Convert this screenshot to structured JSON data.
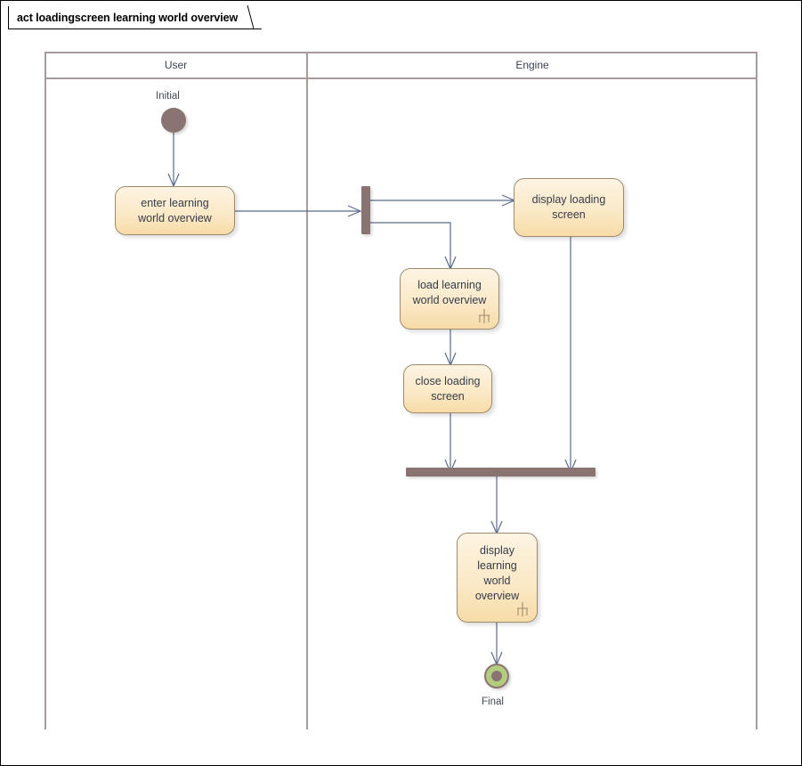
{
  "diagram": {
    "title": "act loadingscreen learning world overview",
    "type": "UML Activity Diagram",
    "lanes": [
      {
        "id": "user",
        "label": "User"
      },
      {
        "id": "engine",
        "label": "Engine"
      }
    ],
    "nodes": [
      {
        "id": "initial",
        "kind": "initial-node",
        "caption": "Initial"
      },
      {
        "id": "enter",
        "kind": "action",
        "label": "enter learning\nworld overview",
        "lane": "user",
        "rake": false
      },
      {
        "id": "fork",
        "kind": "fork-bar",
        "label": ""
      },
      {
        "id": "display-loading",
        "kind": "action",
        "label": "display loading\nscreen",
        "lane": "engine",
        "rake": false
      },
      {
        "id": "load-overview",
        "kind": "action",
        "label": "load learning\nworld overview",
        "lane": "engine",
        "rake": true
      },
      {
        "id": "close-loading",
        "kind": "action",
        "label": "close loading\nscreen",
        "lane": "engine",
        "rake": false
      },
      {
        "id": "join",
        "kind": "join-bar",
        "label": ""
      },
      {
        "id": "display-overview",
        "kind": "action",
        "label": "display\nlearning\nworld\noverview",
        "lane": "engine",
        "rake": true
      },
      {
        "id": "final",
        "kind": "final-node",
        "caption": "Final"
      }
    ],
    "edges": [
      {
        "from": "initial",
        "to": "enter"
      },
      {
        "from": "enter",
        "to": "fork"
      },
      {
        "from": "fork",
        "to": "display-loading"
      },
      {
        "from": "fork",
        "to": "load-overview"
      },
      {
        "from": "load-overview",
        "to": "close-loading"
      },
      {
        "from": "close-loading",
        "to": "join"
      },
      {
        "from": "display-loading",
        "to": "join"
      },
      {
        "from": "join",
        "to": "display-overview"
      },
      {
        "from": "display-overview",
        "to": "final"
      }
    ],
    "colors": {
      "action_fill_top": "#fdf4e2",
      "action_fill_bottom": "#f7dca8",
      "action_border": "#a08a6d",
      "control_node": "#8a7472",
      "final_fill": "#b3cc7e",
      "connector": "#5b6b8c",
      "lane_border": "#a79b9b",
      "frame_border": "#000000",
      "text": "#353b4a"
    }
  }
}
